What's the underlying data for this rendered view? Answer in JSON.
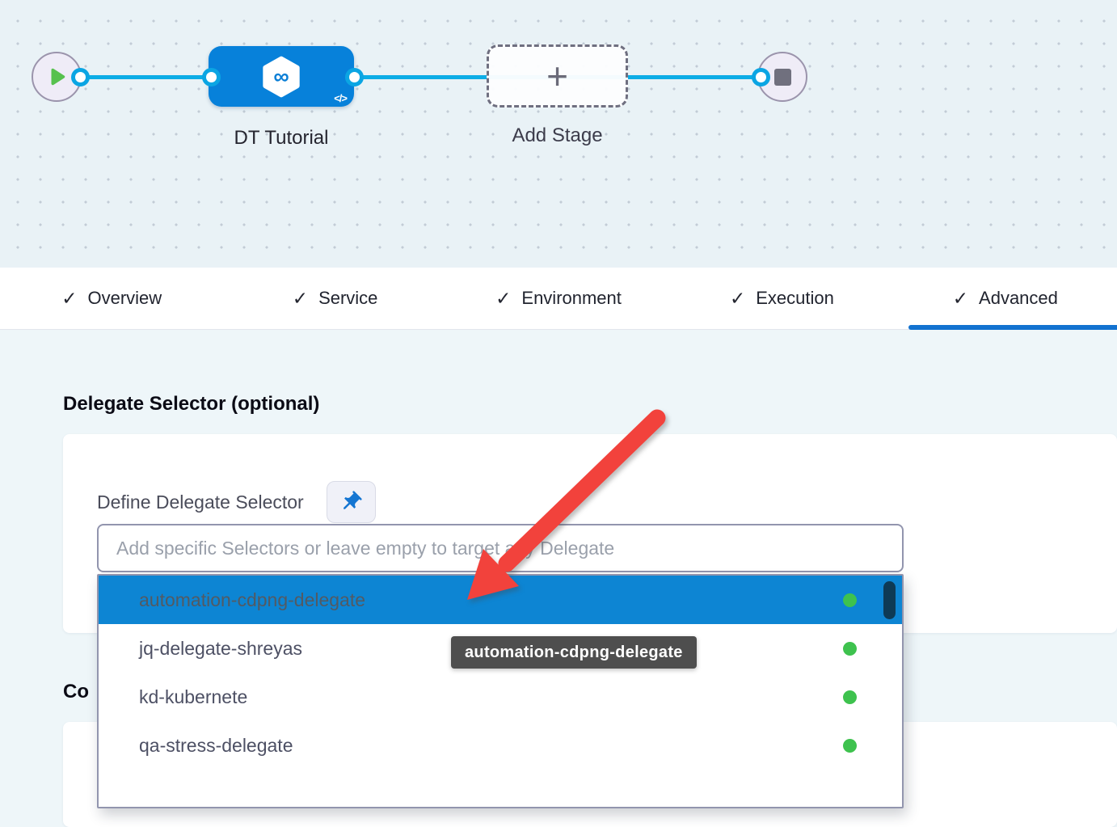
{
  "canvas": {
    "stage": {
      "label": "DT Tutorial",
      "code_badge": "</>",
      "icon": "harness-hexagon-infinity"
    },
    "add_stage": {
      "label": "Add Stage",
      "plus_glyph": "+"
    },
    "start_node_icon": "play-icon",
    "end_node_icon": "stop-icon"
  },
  "glyphs": {
    "check": "✓",
    "infinity": "∞"
  },
  "tabs": [
    {
      "label": "Overview",
      "checked": true,
      "active": false
    },
    {
      "label": "Service",
      "checked": true,
      "active": false
    },
    {
      "label": "Environment",
      "checked": true,
      "active": false
    },
    {
      "label": "Execution",
      "checked": true,
      "active": false
    },
    {
      "label": "Advanced",
      "checked": true,
      "active": true
    }
  ],
  "advanced": {
    "section_title": "Delegate Selector (optional)",
    "define_label": "Define Delegate Selector",
    "pin_icon": "pushpin-icon",
    "input_placeholder": "Add specific Selectors or leave empty to target any Delegate",
    "input_value": "",
    "dropdown": {
      "items": [
        {
          "name": "automation-cdpng-delegate",
          "status": "connected",
          "selected": true
        },
        {
          "name": "jq-delegate-shreyas",
          "status": "connected",
          "selected": false
        },
        {
          "name": "kd-kubernete",
          "status": "connected",
          "selected": false
        },
        {
          "name": "qa-stress-delegate",
          "status": "connected",
          "selected": false
        }
      ]
    },
    "tooltip_text": "automation-cdpng-delegate",
    "partial_heading": "Co"
  },
  "colors": {
    "stage_blue": "#0781da",
    "connector_blue": "#0cade6",
    "active_tab_underline": "#1272d0",
    "selected_row_blue": "#0d85d3",
    "status_green": "#3ec24e",
    "arrow_red": "#f2423c",
    "tooltip_bg": "#4e4e4e"
  }
}
